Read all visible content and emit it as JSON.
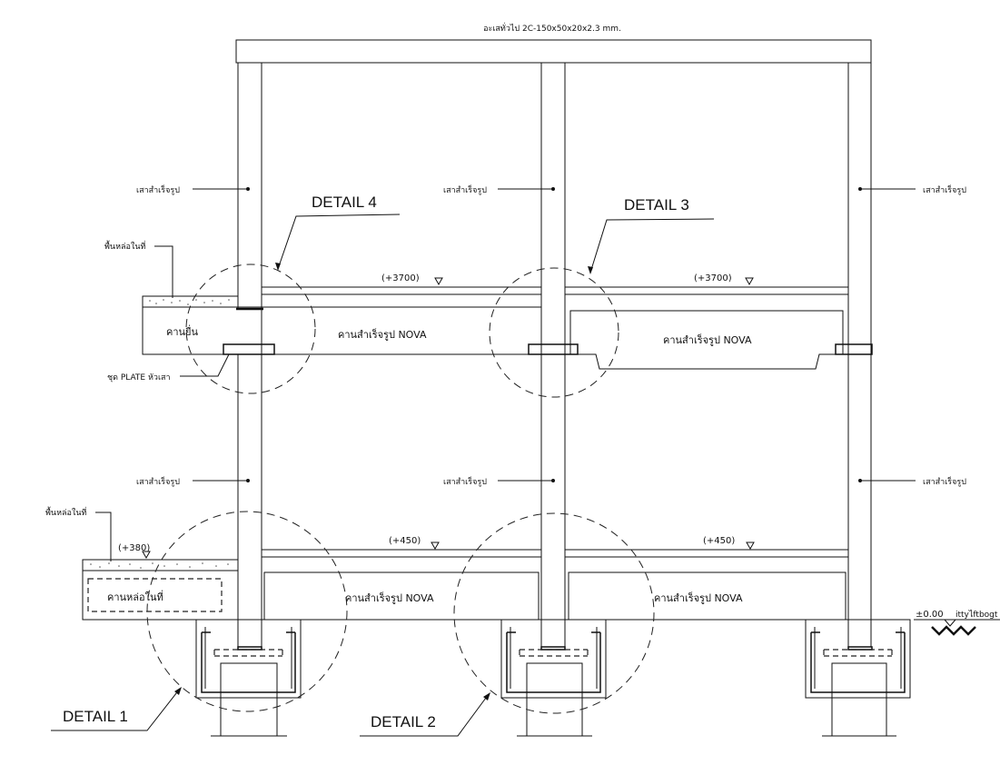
{
  "title": "อะเสทั่วไป 2C-150x50x20x2.3 mm.",
  "labels": {
    "column_precast": "เสาสำเร็จรูป",
    "slab_cast_in_place": "พื้นหล่อในที่",
    "cantilever_beam": "คานยื่น",
    "plate_set": "ชุด PLATE หัวเสา",
    "beam_nova": "คานสำเร็จรูป NOVA",
    "beam_cast_in_place": "คานหล่อในที่",
    "ground_level": "±0.00",
    "ground_note": "ittyไftbogt"
  },
  "levels": {
    "upper": "(+3700)",
    "lower": "(+450)",
    "slab_lower": "(+380)"
  },
  "details": {
    "d1": "DETAIL 1",
    "d2": "DETAIL 2",
    "d3": "DETAIL 3",
    "d4": "DETAIL 4"
  }
}
